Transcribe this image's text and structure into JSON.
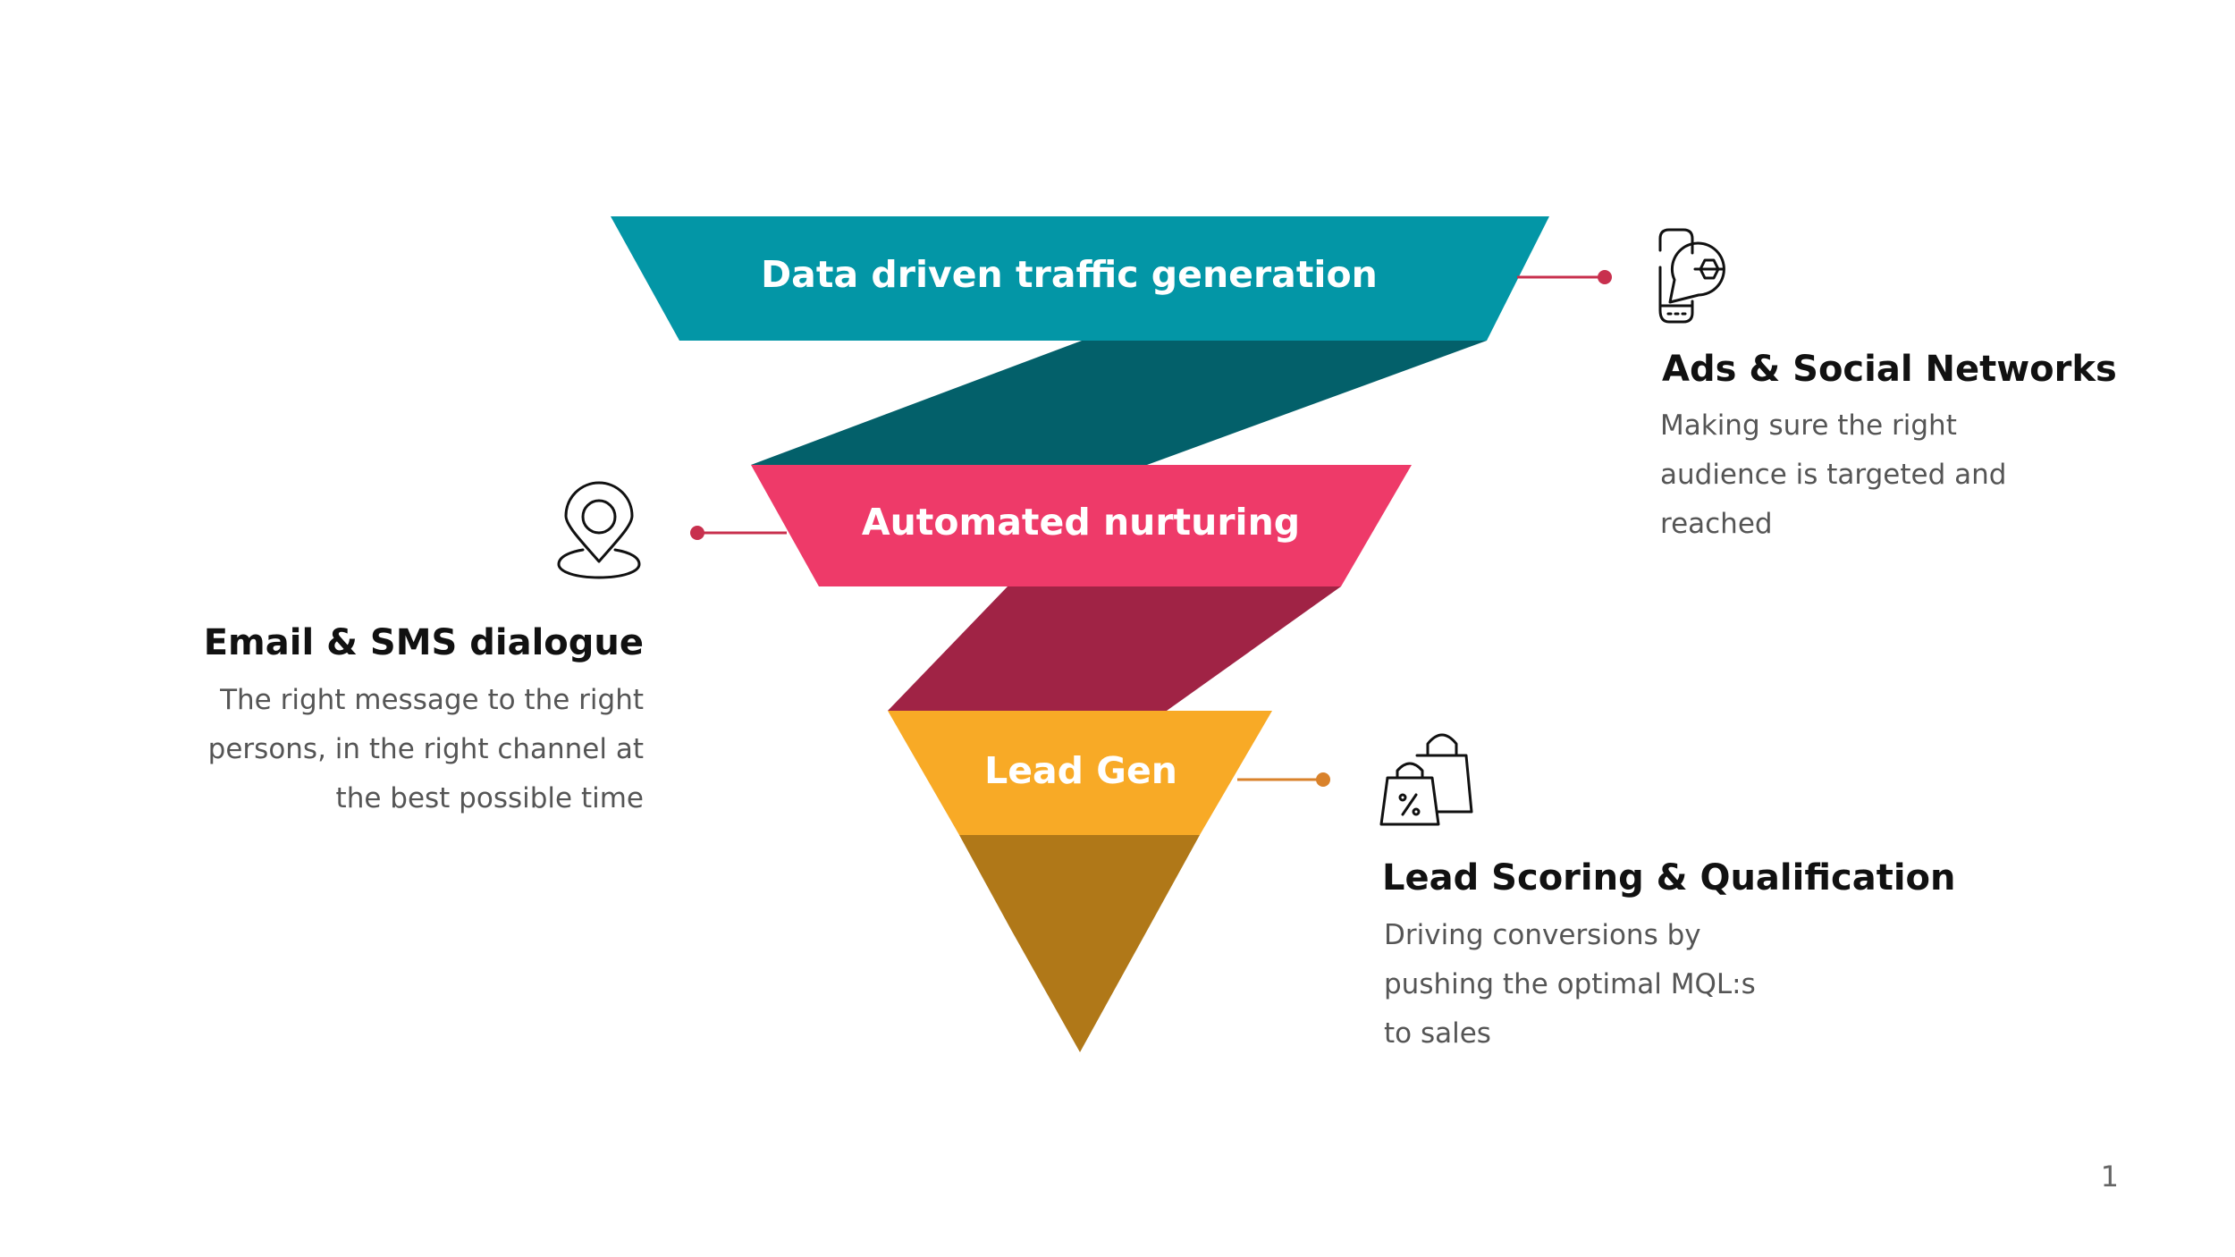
{
  "colors": {
    "teal": "#0396A6",
    "teal_dark": "#03606A",
    "pink": "#EE3A69",
    "pink_dark": "#A02345",
    "orange": "#F8AA26",
    "orange_dark": "#B07818",
    "connector_red": "#C8304E",
    "connector_orange": "#D9822B"
  },
  "funnel": {
    "stages": [
      {
        "label": "Data driven traffic generation",
        "color": "#0396A6"
      },
      {
        "label": "Automated nurturing",
        "color": "#EE3A69"
      },
      {
        "label": "Lead Gen",
        "color": "#F8AA26"
      }
    ]
  },
  "callouts": {
    "ads": {
      "icon": "smartphone-chat-icon",
      "title": "Ads & Social Networks",
      "lines": [
        "Making sure the right",
        "audience is targeted and",
        "reached"
      ]
    },
    "email": {
      "icon": "location-pin-icon",
      "title": "Email & SMS dialogue",
      "lines": [
        "The right message to the right",
        "persons, in the right channel at",
        "the best possible time"
      ]
    },
    "lead": {
      "icon": "shopping-bags-icon",
      "title": "Lead Scoring & Qualification",
      "lines": [
        "Driving conversions by",
        "pushing the optimal MQL:s",
        "to sales"
      ]
    }
  },
  "page_number": "1"
}
